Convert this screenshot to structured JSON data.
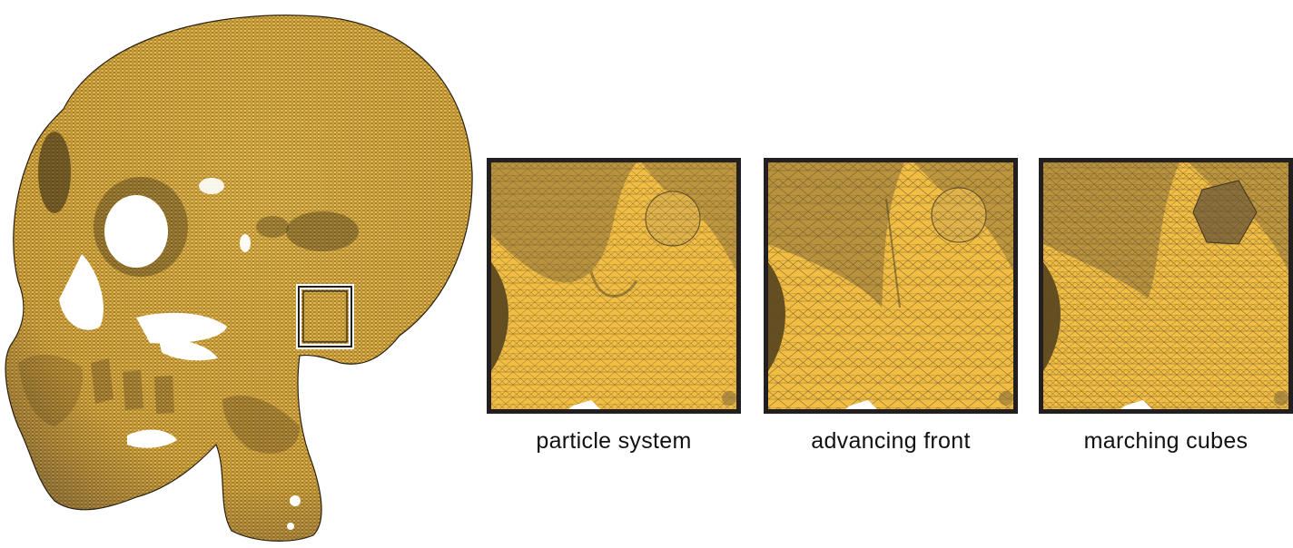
{
  "colors": {
    "mesh_fill": "#f1bd43",
    "mesh_shadow": "#8a6f3a",
    "wire": "#3b2f1c",
    "frame": "#231f20",
    "background": "#ffffff"
  },
  "main_image": {
    "icon": "skull-mesh-illustration"
  },
  "panels": [
    {
      "caption": "particle system",
      "icon": "mesh-closeup"
    },
    {
      "caption": "advancing front",
      "icon": "mesh-closeup"
    },
    {
      "caption": "marching cubes",
      "icon": "mesh-closeup"
    }
  ]
}
